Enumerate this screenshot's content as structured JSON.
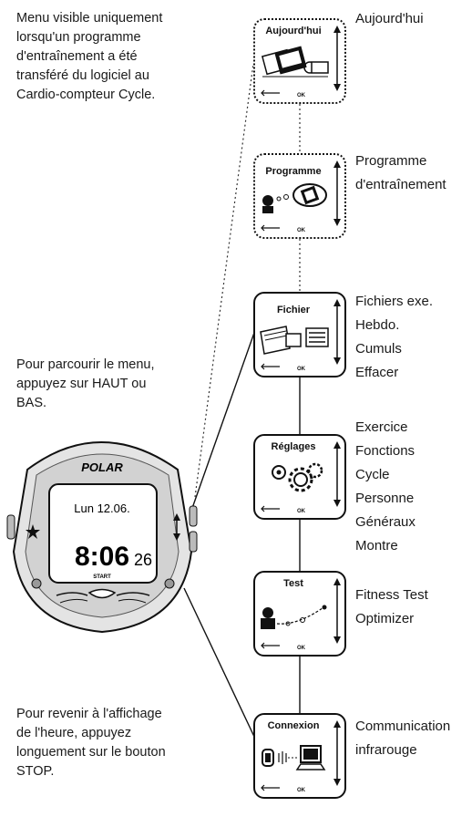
{
  "notes": {
    "top": "Menu visible uniquement\nlorsqu'un programme\nd'entraînement a été\ntransféré du logiciel au\nCardio-compteur Cycle.",
    "middle": "Pour parcourir le menu,\nappuyez sur HAUT ou\nBAS.",
    "bottom": "Pour revenir à l'affichage\nde l'heure, appuyez\nlonguement sur le bouton\nSTOP."
  },
  "menus": [
    {
      "title": "Aujourd'hui",
      "items": "Aujourd'hui"
    },
    {
      "title": "Programme",
      "items": "Programme\nd'entraînement"
    },
    {
      "title": "Fichier",
      "items": "Fichiers exe.\nHebdo.\nCumuls\nEffacer"
    },
    {
      "title": "Réglages",
      "items": "Exercice\nFonctions\nCycle\nPersonne\nGénéraux\nMontre"
    },
    {
      "title": "Test",
      "items": "Fitness Test\nOptimizer"
    },
    {
      "title": "Connexion",
      "items": "Communication\ninfrarouge"
    }
  ],
  "screen_ok": "OK",
  "watch": {
    "brand": "POLAR",
    "date": "Lun 12.06.",
    "time": "8:06",
    "seconds": "26",
    "start": "START"
  }
}
